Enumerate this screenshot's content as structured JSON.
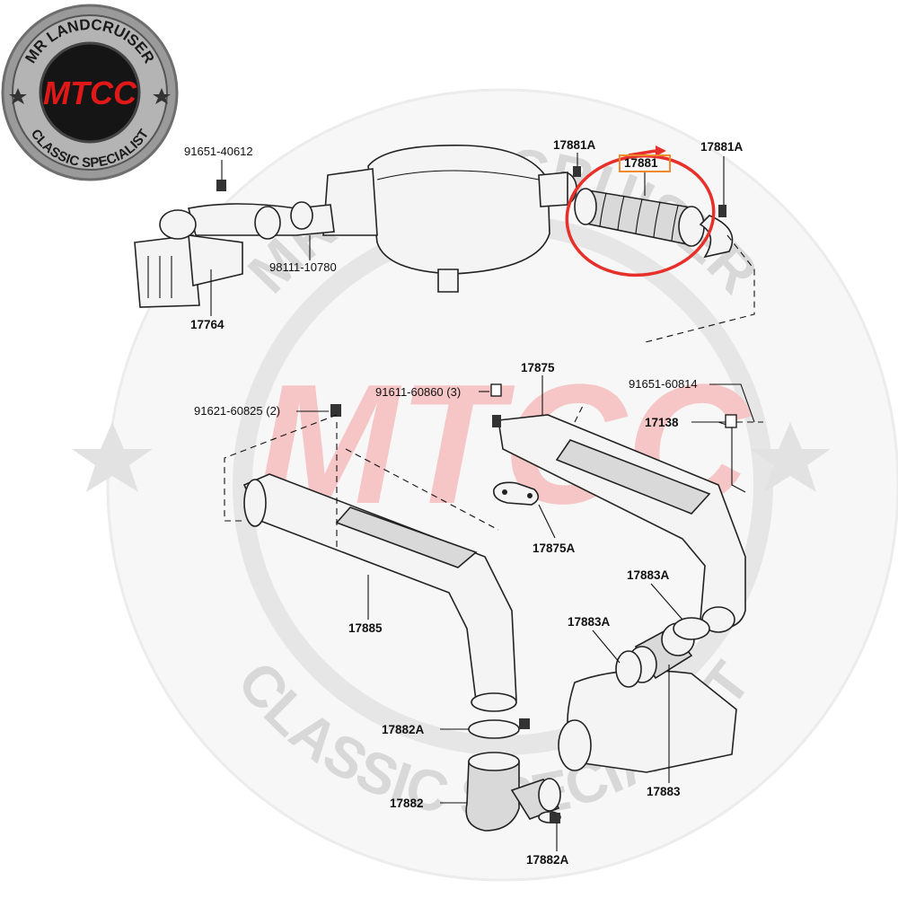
{
  "logo": {
    "top_text": "MR LANDCRUISER",
    "bottom_text": "CLASSIC SPECIALIST",
    "mark": "MTCC",
    "colors": {
      "ring": "#8c8c8c",
      "inner": "#1a1a1a",
      "mark": "#e01818"
    }
  },
  "watermark": {
    "top_text": "MR LANDCRUISER",
    "bottom_text": "CLASSIC SPECIALIST",
    "mark": "MTCC",
    "colors": {
      "text": "#d8d8d8",
      "mark": "#f6c6c6"
    }
  },
  "labels": {
    "p91651_40612": "91651-40612",
    "p17881A_left": "17881A",
    "p17881": "17881",
    "p17881A_right": "17881A",
    "p98111_10780": "98111-10780",
    "p17764": "17764",
    "p17875": "17875",
    "p91611_60860": "91611-60860 (3)",
    "p91651_60814": "91651-60814",
    "p17138": "17138",
    "p91621_60825": "91621-60825 (2)",
    "p17875A": "17875A",
    "p17883A_upper": "17883A",
    "p17883A_lower": "17883A",
    "p17885": "17885",
    "p17882A_upper": "17882A",
    "p17882": "17882",
    "p17883": "17883",
    "p17882A_lower": "17882A"
  },
  "highlight": {
    "part": "17881",
    "circle_color": "#e8302a",
    "box_color": "#f08a2a"
  }
}
